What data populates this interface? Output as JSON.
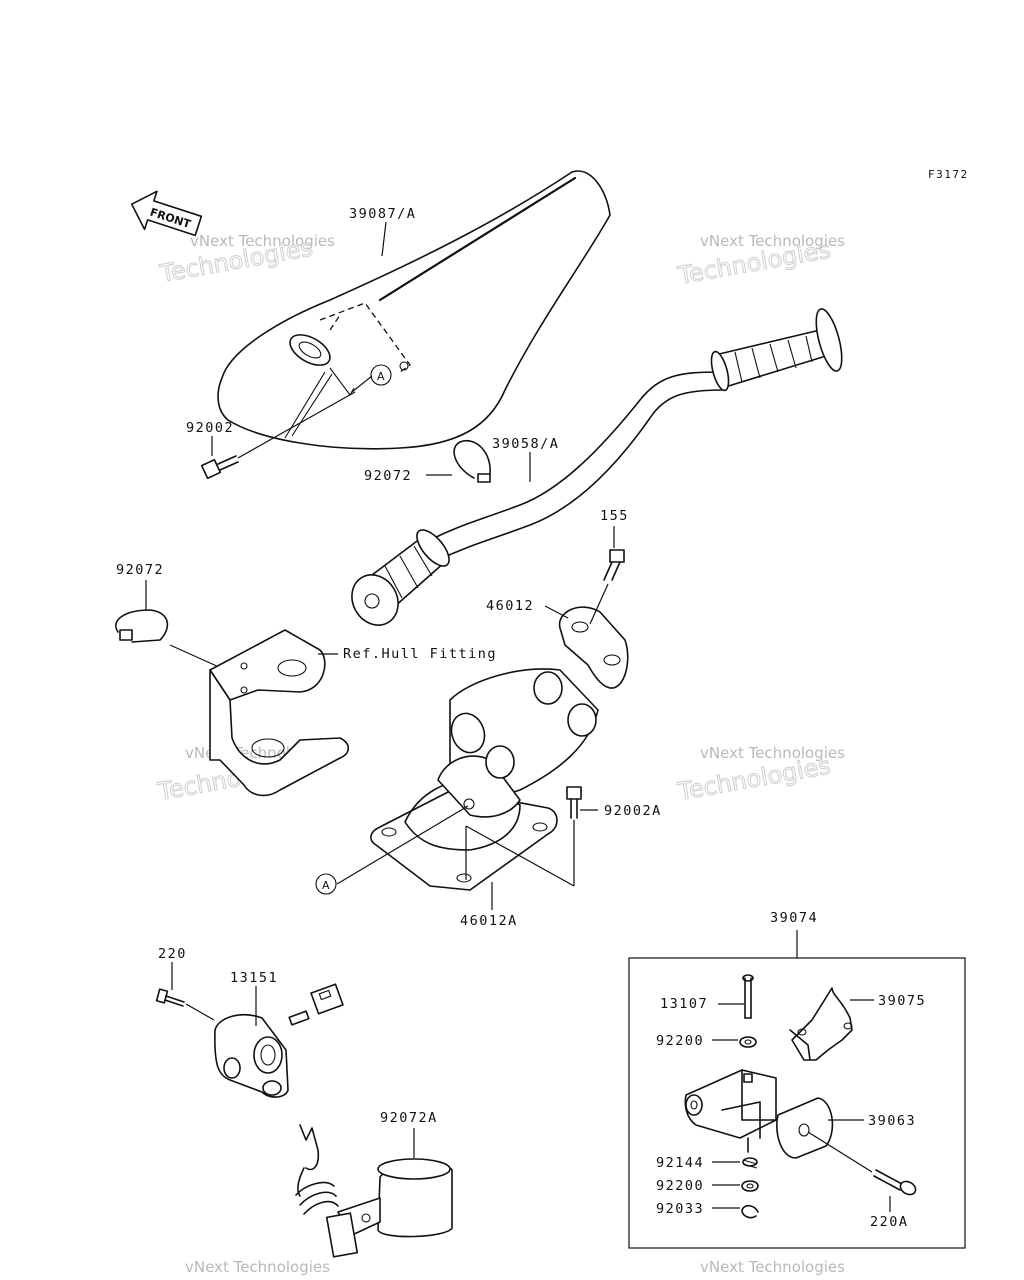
{
  "diagram": {
    "figure_code": "F3172",
    "front_label": "FRONT",
    "ref_note": "Ref.Hull Fitting",
    "callout_letter": "A",
    "watermark_line1": "vNext Technologies",
    "watermark_line2": "Technologies",
    "parts": {
      "cover": "39087/A",
      "bolt_cover": "92002",
      "clamp_top": "92072",
      "handlebar": "39058/A",
      "bolt_155": "155",
      "holder": "46012",
      "clamp_left": "92072",
      "bolt_a": "92002A",
      "bracket": "46012A",
      "throttle_assy": "39074",
      "screw_220": "220",
      "switch": "13151",
      "pin": "13107",
      "lever": "39075",
      "washer_1": "92200",
      "case": "39063",
      "spring": "92144",
      "washer_2": "92200",
      "e_ring": "92033",
      "screw_220a": "220A",
      "clamp_lanyard": "92072A"
    }
  }
}
